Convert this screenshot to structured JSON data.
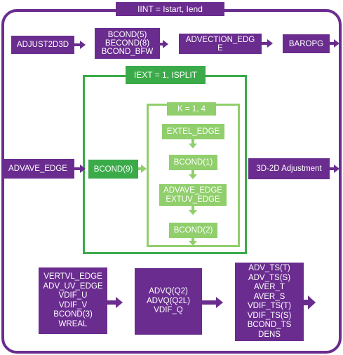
{
  "outer_loop": {
    "label": "IINT = Istart, Iend"
  },
  "top_row": {
    "adjust": "ADJUST2D3D",
    "bcond_group": [
      "BCOND(5)",
      "BECOND(8)",
      "BCOND_BFW"
    ],
    "advection_edge": [
      "ADVECTION_EDG",
      "E"
    ],
    "baropg": "BAROPG"
  },
  "iext_loop": {
    "label": "IEXT = 1, ISPLIT"
  },
  "k_loop": {
    "label": "K = 1, 4",
    "steps": [
      "EXTEL_EDGE",
      "BCOND(1)",
      "ADVAVE_EDGE",
      "EXTUV_EDGE",
      "BCOND(2)"
    ]
  },
  "middle_row": {
    "advave_edge": "ADVAVE_EDGE",
    "bcond9": "BCOND(9)",
    "adjustment": "3D-2D Adjustment"
  },
  "bottom_row": {
    "group1": [
      "VERTVL_EDGE",
      "ADV_UV_EDGE",
      "VDIF_U",
      "VDIF_V",
      "BCOND(3)",
      "WREAL"
    ],
    "group2": [
      "ADVQ(Q2)",
      "ADVQ(Q2L)",
      "VDIF_Q"
    ],
    "group3": [
      "ADV_TS(T)",
      "ADV_TS(S)",
      "AVER_T",
      "AVER_S",
      "VDIF_TS(T)",
      "VDIF_TS(S)",
      "BCOND_TS",
      "DENS"
    ]
  },
  "colors": {
    "purple": "#6a2d8f",
    "green": "#3bab4a",
    "light_green": "#90cf6b"
  }
}
